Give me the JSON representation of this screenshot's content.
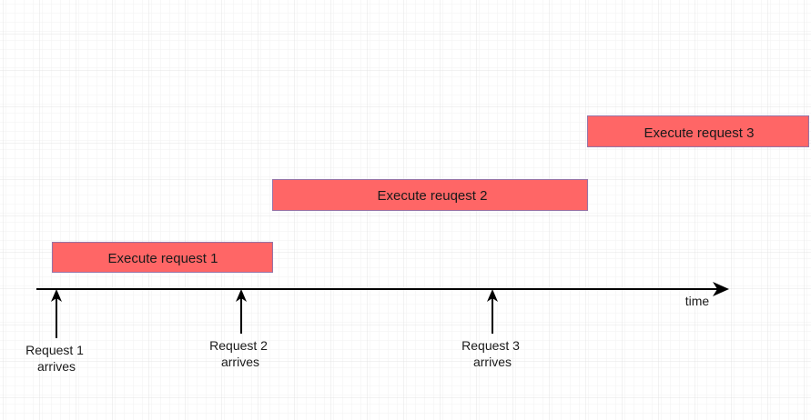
{
  "diagram": {
    "grid": true,
    "colors": {
      "grid_minor": "#f2f2f2",
      "grid_major": "#e4e4e4",
      "bar_fill": "#ff6666",
      "bar_stroke": "#9673a6",
      "axis": "#000000",
      "text": "#1a1a1a"
    },
    "axis_label": "time",
    "executions": [
      {
        "label": "Execute request 1"
      },
      {
        "label": "Execute reuqest 2"
      },
      {
        "label": "Execute request 3"
      }
    ],
    "arrivals": [
      {
        "line1": "Request 1",
        "line2": "arrives"
      },
      {
        "line1": "Request 2",
        "line2": "arrives"
      },
      {
        "line1": "Request 3",
        "line2": "arrives"
      }
    ]
  }
}
